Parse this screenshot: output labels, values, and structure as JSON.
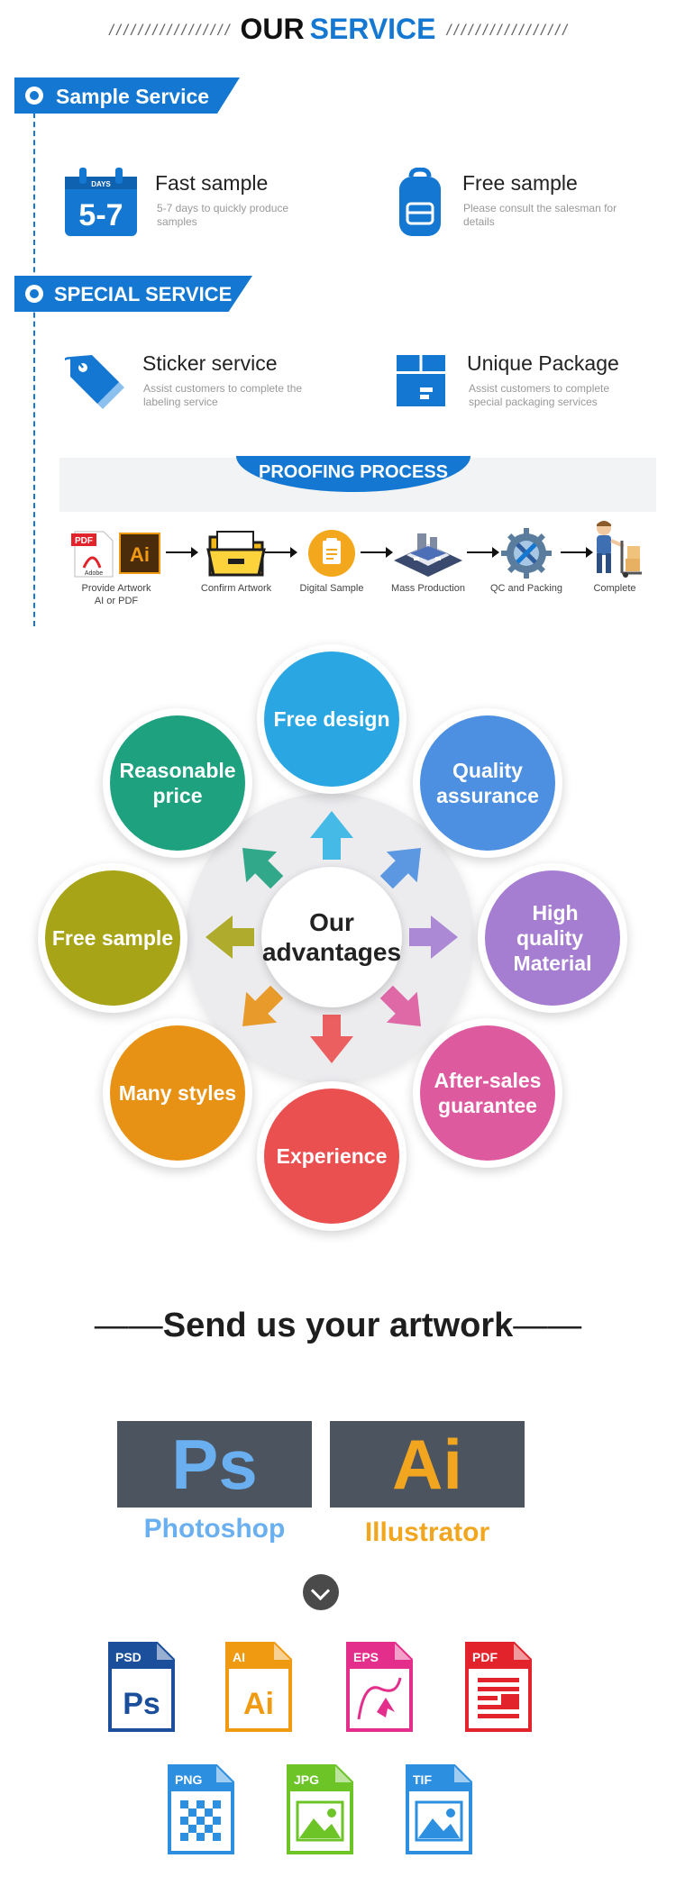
{
  "header": {
    "left_slashes": "/////////////////",
    "title_dark": "OUR",
    "title_accent": "SERVICE",
    "right_slashes": "/////////////////"
  },
  "colors": {
    "brand_blue": "#1478d2"
  },
  "sample_service": {
    "ribbon": "Sample Service",
    "items": [
      {
        "icon": "calendar-icon",
        "icon_top_text": "DAYS",
        "icon_big_text": "5-7",
        "title": "Fast sample",
        "desc": "5-7 days to quickly produce samples"
      },
      {
        "icon": "backpack-icon",
        "title": "Free sample",
        "desc": "Please consult the salesman for details"
      }
    ]
  },
  "special_service": {
    "ribbon": "SPECIAL SERVICE",
    "items": [
      {
        "icon": "tag-icon",
        "title": "Sticker service",
        "desc": "Assist customers to complete the labeling service"
      },
      {
        "icon": "box-icon",
        "title": "Unique Package",
        "desc": "Assist customers to complete special packaging services"
      }
    ]
  },
  "proofing": {
    "title": "PROOFING PROCESS",
    "pdf_badge": "PDF",
    "adobe_text": "Adobe",
    "ai_badge": "Ai",
    "steps": [
      {
        "icon": "pdf-ai-icon",
        "caption_1": "Provide  Artwork",
        "caption_2": "AI or PDF"
      },
      {
        "icon": "folder-icon",
        "caption_1": "Confirm Artwork"
      },
      {
        "icon": "clipboard-icon",
        "caption_1": "Digital Sample"
      },
      {
        "icon": "factory-icon",
        "caption_1": "Mass Production"
      },
      {
        "icon": "tools-gear-icon",
        "caption_1": "QC and Packing"
      },
      {
        "icon": "delivery-worker-icon",
        "caption_1": "Complete"
      }
    ]
  },
  "advantages": {
    "center_1": "Our",
    "center_2": "advantages",
    "items": [
      {
        "label_1": "Free design",
        "label_2": "",
        "color": "#2aa7e3"
      },
      {
        "label_1": "Quality",
        "label_2": "assurance",
        "color": "#4d8fe0"
      },
      {
        "label_1": "High quality",
        "label_2": "Material",
        "color": "#a57ed1"
      },
      {
        "label_1": "After-sales",
        "label_2": "guarantee",
        "color": "#de5a9f"
      },
      {
        "label_1": "Experience",
        "label_2": "",
        "color": "#eb5050"
      },
      {
        "label_1": "Many styles",
        "label_2": "",
        "color": "#e89215"
      },
      {
        "label_1": "Free sample",
        "label_2": "",
        "color": "#a8a417"
      },
      {
        "label_1": "Reasonable",
        "label_2": "price",
        "color": "#1ea17e"
      }
    ]
  },
  "artwork": {
    "title": "Send us your artwork",
    "dashes_left": "——",
    "dashes_right": "——",
    "apps": [
      {
        "abbr": "Ps",
        "name": "Photoshop",
        "abbr_color": "#6ab0f0",
        "name_color": "#6ab0f0"
      },
      {
        "abbr": "Ai",
        "name": "Illustrator",
        "abbr_color": "#f2a51e",
        "name_color": "#f2a51e"
      }
    ],
    "file_types": [
      {
        "ext": "PSD",
        "glyph": "Ps",
        "color": "#1b4f9c",
        "icon": "psd-file-icon"
      },
      {
        "ext": "AI",
        "glyph": "Ai",
        "color": "#f09a12",
        "icon": "ai-file-icon"
      },
      {
        "ext": "EPS",
        "glyph": "",
        "color": "#e42e8c",
        "icon": "eps-file-icon"
      },
      {
        "ext": "PDF",
        "glyph": "",
        "color": "#e3232b",
        "icon": "pdf-file-icon"
      },
      {
        "ext": "PNG",
        "glyph": "",
        "color": "#2d8fe0",
        "icon": "png-file-icon"
      },
      {
        "ext": "JPG",
        "glyph": "",
        "color": "#6cc427",
        "icon": "jpg-file-icon"
      },
      {
        "ext": "TIF",
        "glyph": "",
        "color": "#2d8fe0",
        "icon": "tif-file-icon"
      }
    ]
  }
}
